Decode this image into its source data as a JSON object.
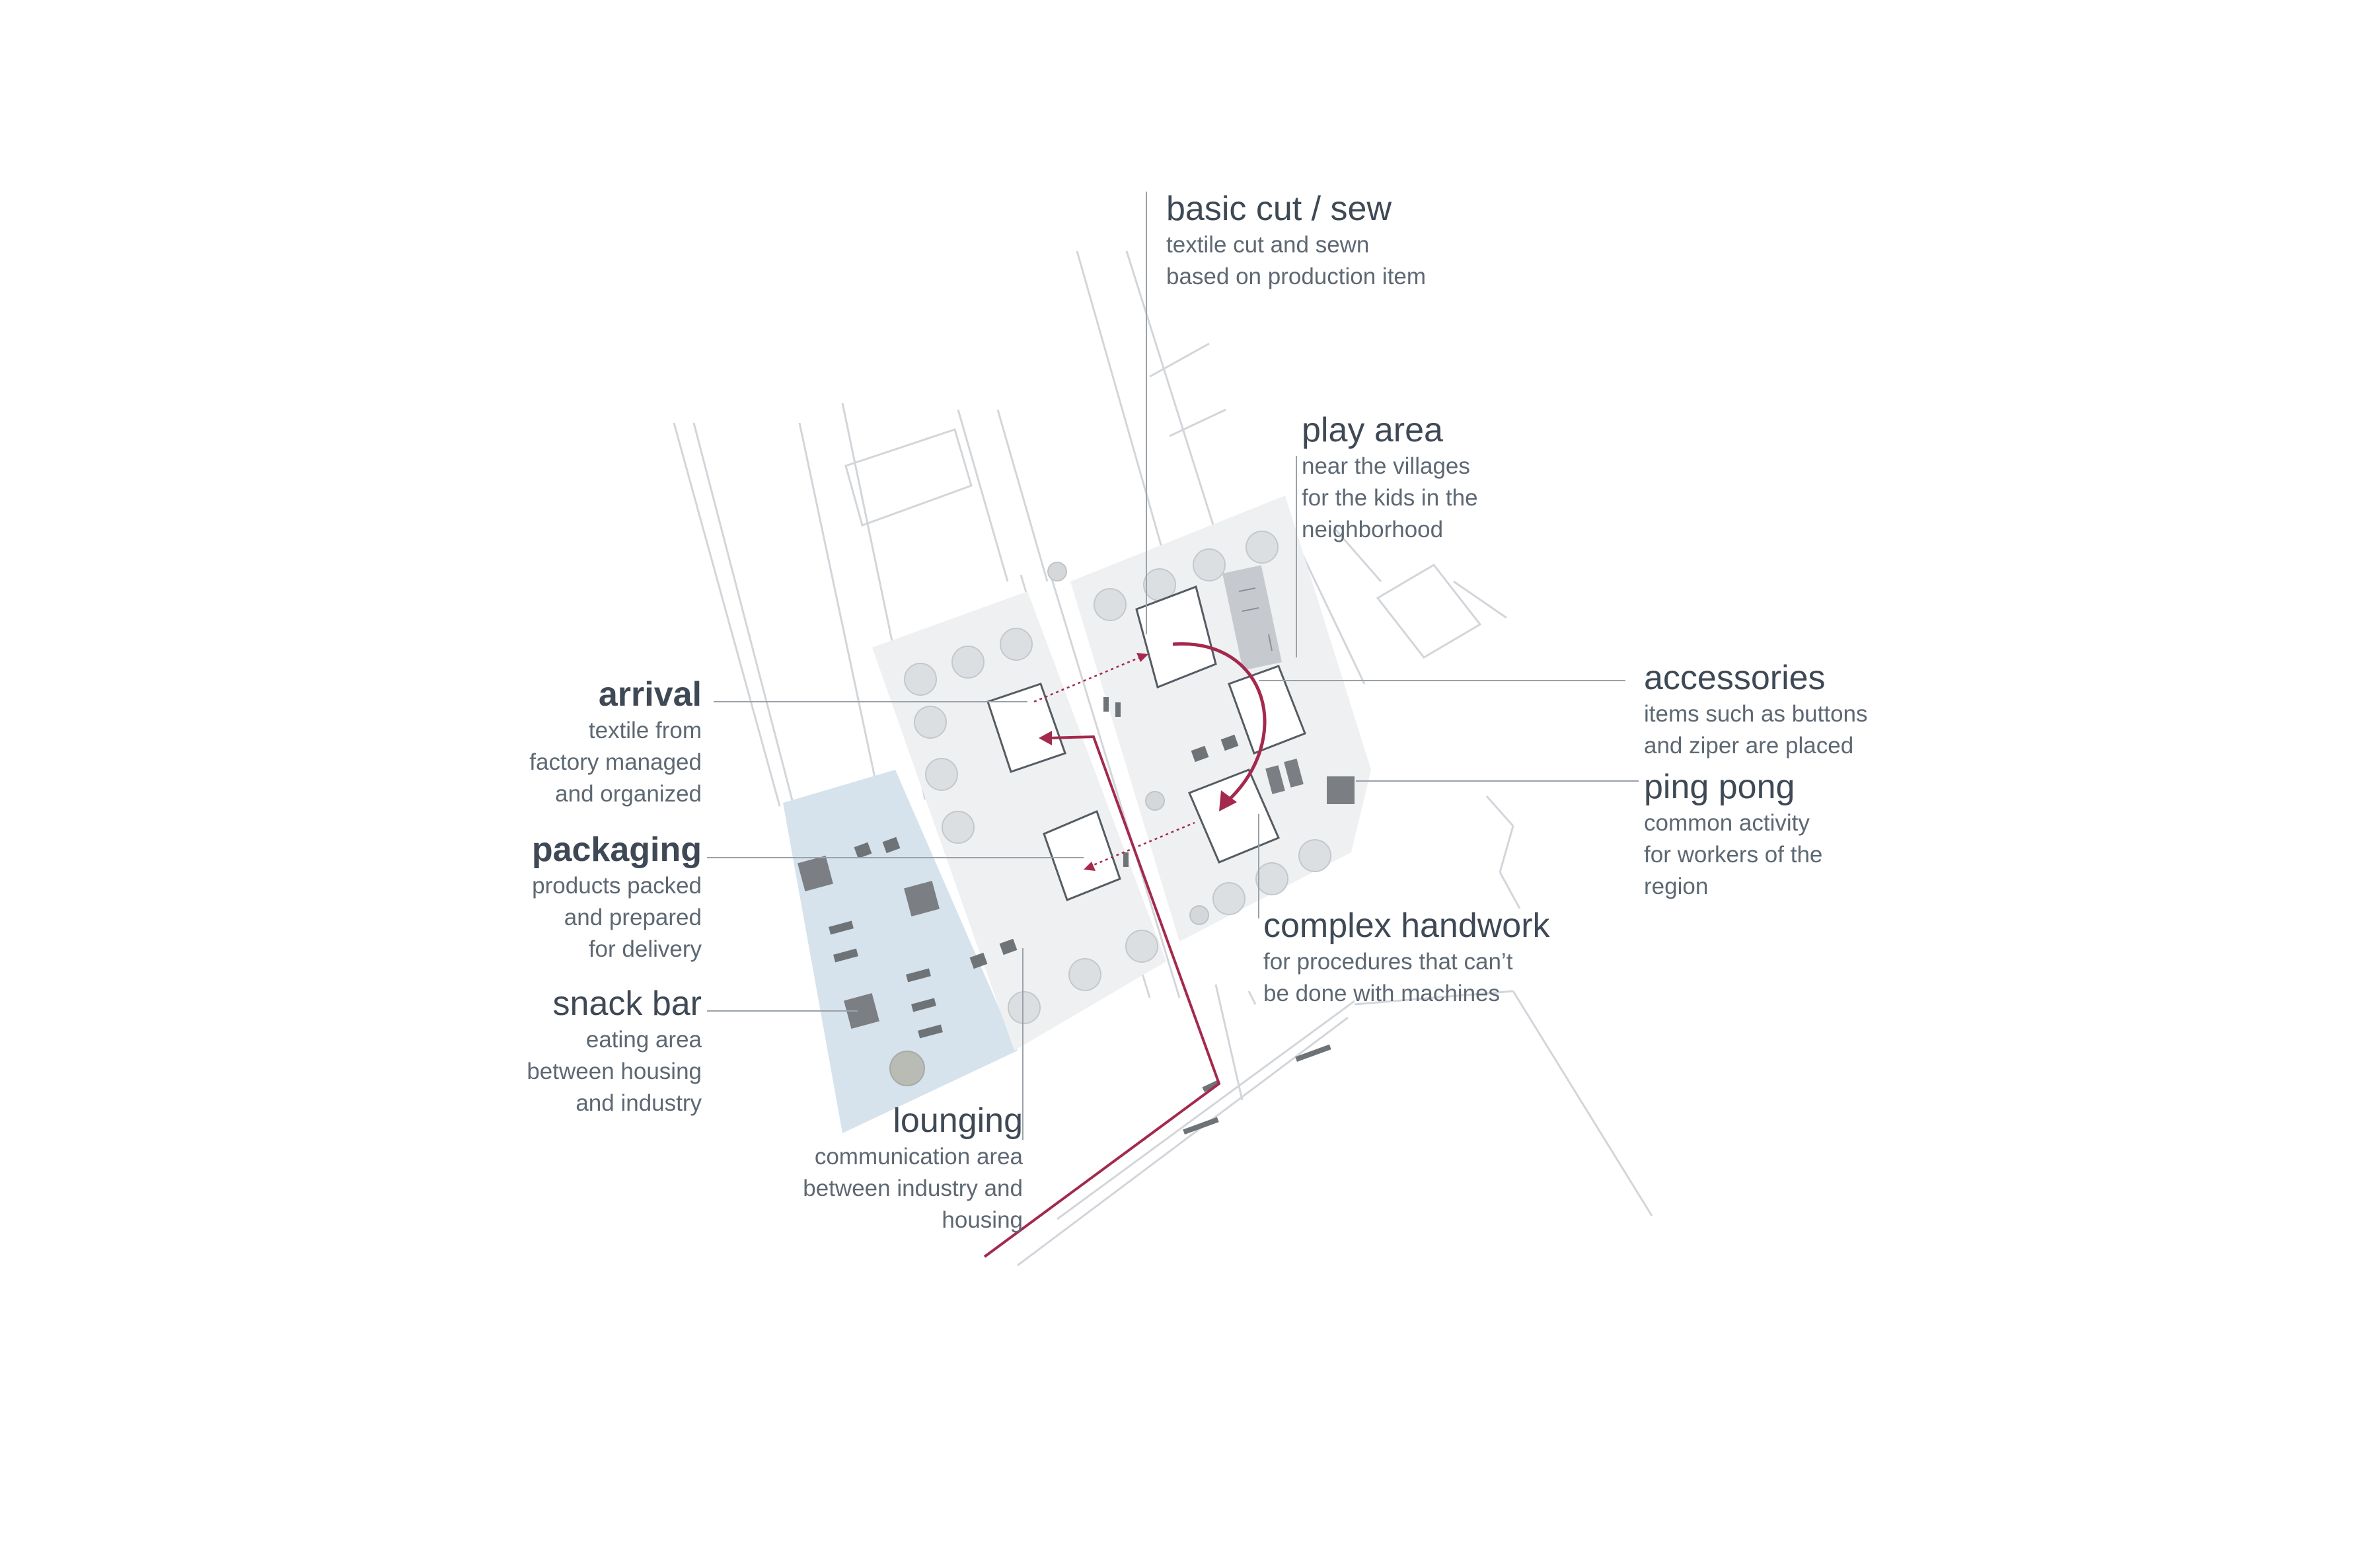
{
  "colors": {
    "zone_gray": "#eef0f2",
    "zone_blue": "#d6e3ec",
    "route": "#a3294d",
    "leader": "#9aa1a8",
    "context_line": "#cfd3d7",
    "building": "#555c63",
    "dark_block": "#7b7f84",
    "tree": "#dcdfe2"
  },
  "labels": {
    "basic_cut_sew": {
      "title": "basic cut / sew",
      "lines": [
        "textile cut and sewn",
        "based on production item"
      ]
    },
    "play_area": {
      "title": "play area",
      "lines": [
        "near the villages",
        "for the kids in the",
        "neighborhood"
      ]
    },
    "accessories": {
      "title": "accessories",
      "lines": [
        "items such as buttons",
        "and ziper are placed"
      ]
    },
    "ping_pong": {
      "title": "ping pong",
      "lines": [
        "common activity",
        "for workers of the",
        "region"
      ]
    },
    "complex_handwork": {
      "title": "complex handwork",
      "lines": [
        "for procedures that can’t",
        "be done with machines"
      ]
    },
    "arrival": {
      "title": "arrival",
      "lines": [
        "textile from",
        "factory managed",
        "and organized"
      ]
    },
    "packaging": {
      "title": "packaging",
      "lines": [
        "products packed",
        "and prepared",
        "for delivery"
      ]
    },
    "snack_bar": {
      "title": "snack bar",
      "lines": [
        "eating area",
        "between housing",
        "and industry"
      ]
    },
    "lounging": {
      "title": "lounging",
      "lines": [
        "communication area",
        "between industry and",
        "housing"
      ]
    }
  }
}
